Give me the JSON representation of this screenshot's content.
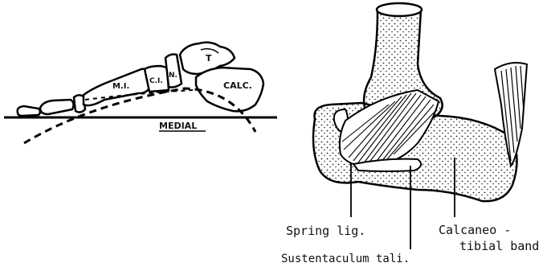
{
  "left_figure": {
    "bone_labels": {
      "metatarsal": "M.I.",
      "cuneiform": "C.I.",
      "navicular": "N.",
      "talus": "T",
      "calcaneus": "CALC."
    },
    "ground_label": "MEDIAL"
  },
  "right_figure": {
    "labels": {
      "spring_ligament": "Spring lig.",
      "sustentaculum": "Sustentaculum tali.",
      "calcaneotibial_line1": "Calcaneo -",
      "calcaneotibial_line2": "tibial band"
    }
  }
}
